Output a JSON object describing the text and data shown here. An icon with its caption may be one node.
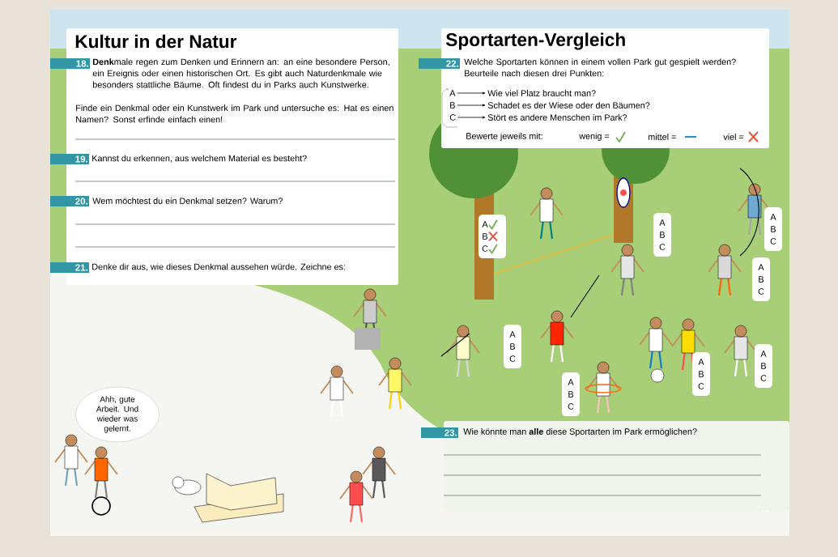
{
  "diagram": {
    "nodes": [
      {
        "text": [
          "A"
        ]
      },
      {
        "text": [
          "B"
        ]
      },
      {
        "text": [
          "C"
        ]
      },
      {
        "text": [
          "Wie viel Platz braucht man?"
        ]
      },
      {
        "text": [
          "Schadet es der Wiese oder den Bäumen?"
        ]
      },
      {
        "text": [
          "Stört es andere Menschen im Park?"
        ]
      },
      {
        "text": [
          "Ahh, gute Arbeit. Und wieder was gelernt."
        ]
      }
    ],
    "edges": [
      {
        "from": 0,
        "to": 3,
        "arrow": "to"
      },
      {
        "from": 1,
        "to": 4,
        "arrow": "to"
      },
      {
        "from": 2,
        "to": 5,
        "arrow": "to"
      }
    ],
    "labels": [
      "Kultur in der Natur",
      "18.",
      "**Denk**male regen zum Denken und Erinnern an: an eine besondere Person, ein Ereignis oder einen historischen Ort. Es gibt auch Naturdenkmale wie besonders stattliche Bäume. Oft findest du in Parks auch Kunstwerke.",
      "Finde ein Denkmal oder ein Kunstwerk im Park und untersuche es: Hat es einen Namen? Sonst erfinde einfach einen!",
      "19.",
      "Kannst du erkennen, aus welchem Material es besteht?",
      "20.",
      "Wem möchtest du ein Denkmal setzen? Warum?",
      "21.",
      "Denke dir aus, wie dieses Denkmal aussehen würde. Zeichne es:",
      "Sportarten-Vergleich",
      "22.",
      "Welche Sportarten können in einem vollen Park gut gespielt werden? Beurteile nach diesen drei Punkten:",
      "Bewerte jeweils mit:",
      "A",
      "B",
      "C",
      "A",
      "B",
      "C",
      "A",
      "B",
      "C",
      "A",
      "B",
      "C",
      "A",
      "B",
      "C",
      "A",
      "B",
      "C",
      "A",
      "B",
      "C",
      "A",
      "B",
      "C",
      "23.",
      "Wie könnte man **alle** diese Sportarten im Park ermöglichen?"
    ],
    "legend": [
      {
        "text": "wenig ="
      },
      {
        "text": "mittel ="
      },
      {
        "text": "viel ="
      }
    ]
  }
}
